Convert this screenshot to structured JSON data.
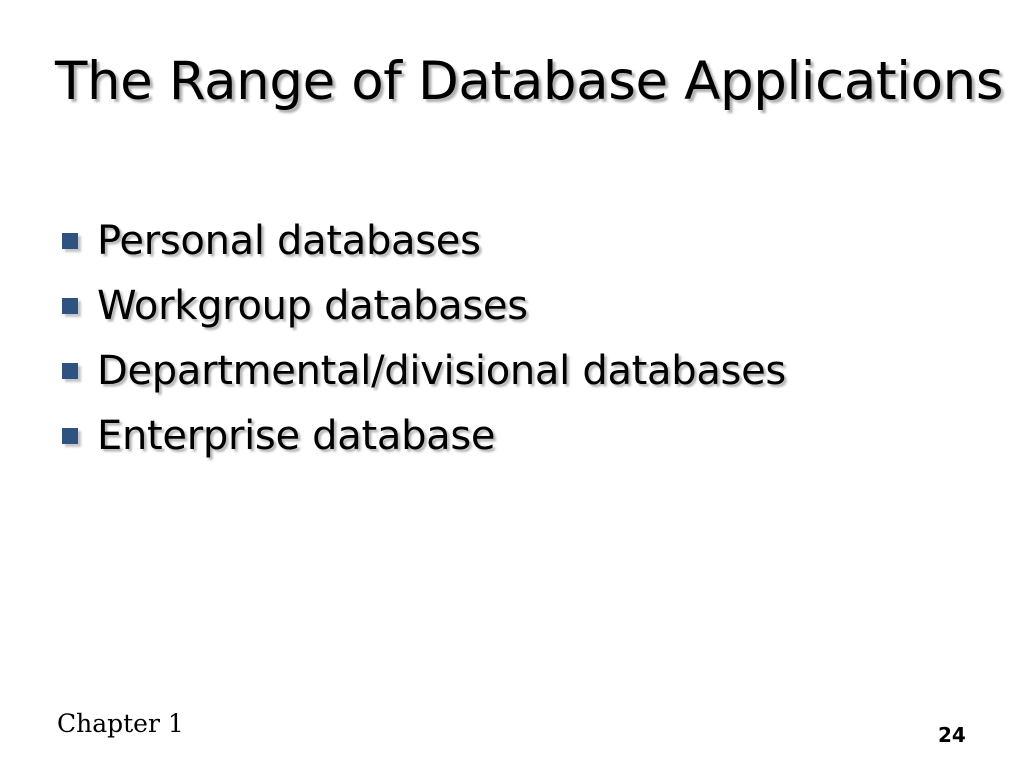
{
  "slide": {
    "title": "The Range of Database Applications",
    "background_color": "#FFFFFF",
    "bullet_marker_color": "#2E5381",
    "text_color": "#000000",
    "bullets": [
      {
        "text": "Personal databases",
        "marker": "square-bullet-icon"
      },
      {
        "text": "Workgroup databases",
        "marker": "square-bullet-icon"
      },
      {
        "text": "Departmental/divisional databases",
        "marker": "square-bullet-icon"
      },
      {
        "text": "Enterprise database",
        "marker": "square-bullet-icon"
      }
    ],
    "footer": {
      "chapter_label": "Chapter 1",
      "page_number": "24"
    }
  }
}
